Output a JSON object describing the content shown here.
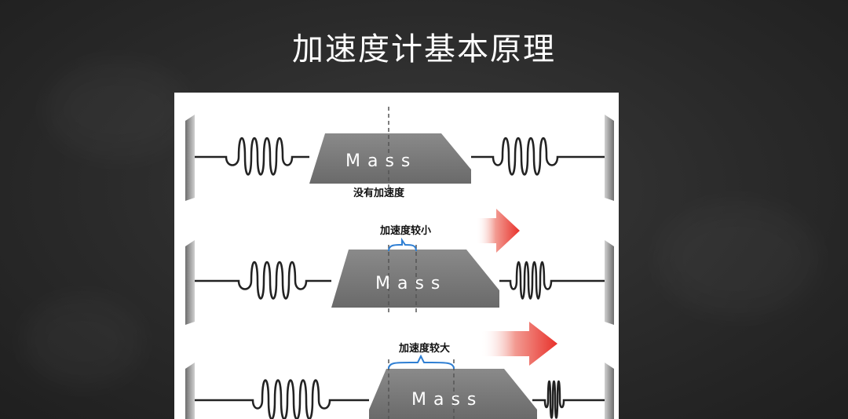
{
  "title": "加速度计基本原理",
  "colors": {
    "background": "#2a2a2a",
    "mass": "#7a7a7a",
    "arrow": "#e8312b",
    "brace": "#2f7fd3"
  },
  "diagram": {
    "rows": [
      {
        "mass_label": "Mass",
        "caption": "没有加速度"
      },
      {
        "mass_label": "Mass",
        "caption": "加速度较小"
      },
      {
        "mass_label": "Mass",
        "caption": "加速度较大"
      }
    ]
  }
}
